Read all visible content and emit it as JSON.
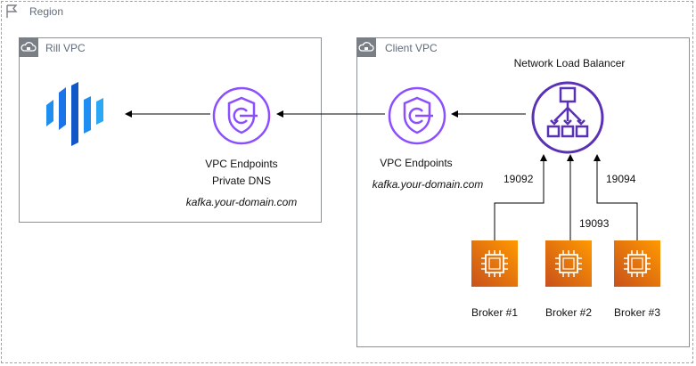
{
  "region": {
    "label": "Region"
  },
  "rill_vpc": {
    "label": "Rill VPC"
  },
  "client_vpc": {
    "label": "Client VPC"
  },
  "rill_endpoint": {
    "line1": "VPC Endpoints",
    "line2": "Private DNS",
    "domain": "kafka.your-domain.com"
  },
  "client_endpoint": {
    "line1": "VPC Endpoints",
    "domain": "kafka.your-domain.com"
  },
  "nlb": {
    "label": "Network Load Balancer"
  },
  "ports": {
    "p1": "19092",
    "p2": "19093",
    "p3": "19094"
  },
  "brokers": [
    {
      "label": "Broker #1"
    },
    {
      "label": "Broker #2"
    },
    {
      "label": "Broker #3"
    }
  ],
  "colors": {
    "endpoint_purple": "#8c4fff",
    "nlb_purple": "#8c4fff",
    "broker_orange": "#ed7100",
    "rill_blue": "#1a73e8"
  }
}
